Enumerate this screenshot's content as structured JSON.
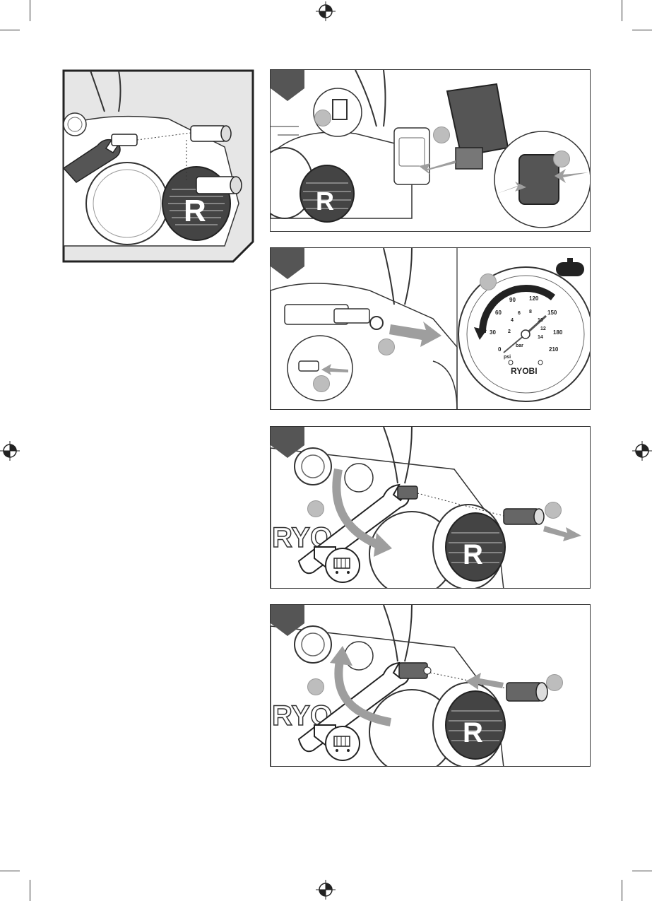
{
  "gauge": {
    "brand": "RYOBI",
    "psi_unit": "psi",
    "bar_unit": "bar",
    "psi_ticks": [
      "0",
      "30",
      "60",
      "90",
      "120",
      "150",
      "180",
      "210"
    ],
    "bar_ticks": [
      "2",
      "4",
      "6",
      "8",
      "10",
      "12",
      "14"
    ]
  },
  "colors": {
    "panel_fill": "#e6e6e6",
    "line": "#333333",
    "callout": "#bdbdbd",
    "arrow": "#9e9e9e"
  },
  "icons": [
    "registration-mark-icon",
    "wrench-icon",
    "cart-icon",
    "tank-icon",
    "arrow-icon",
    "ryobi-r-logo"
  ]
}
